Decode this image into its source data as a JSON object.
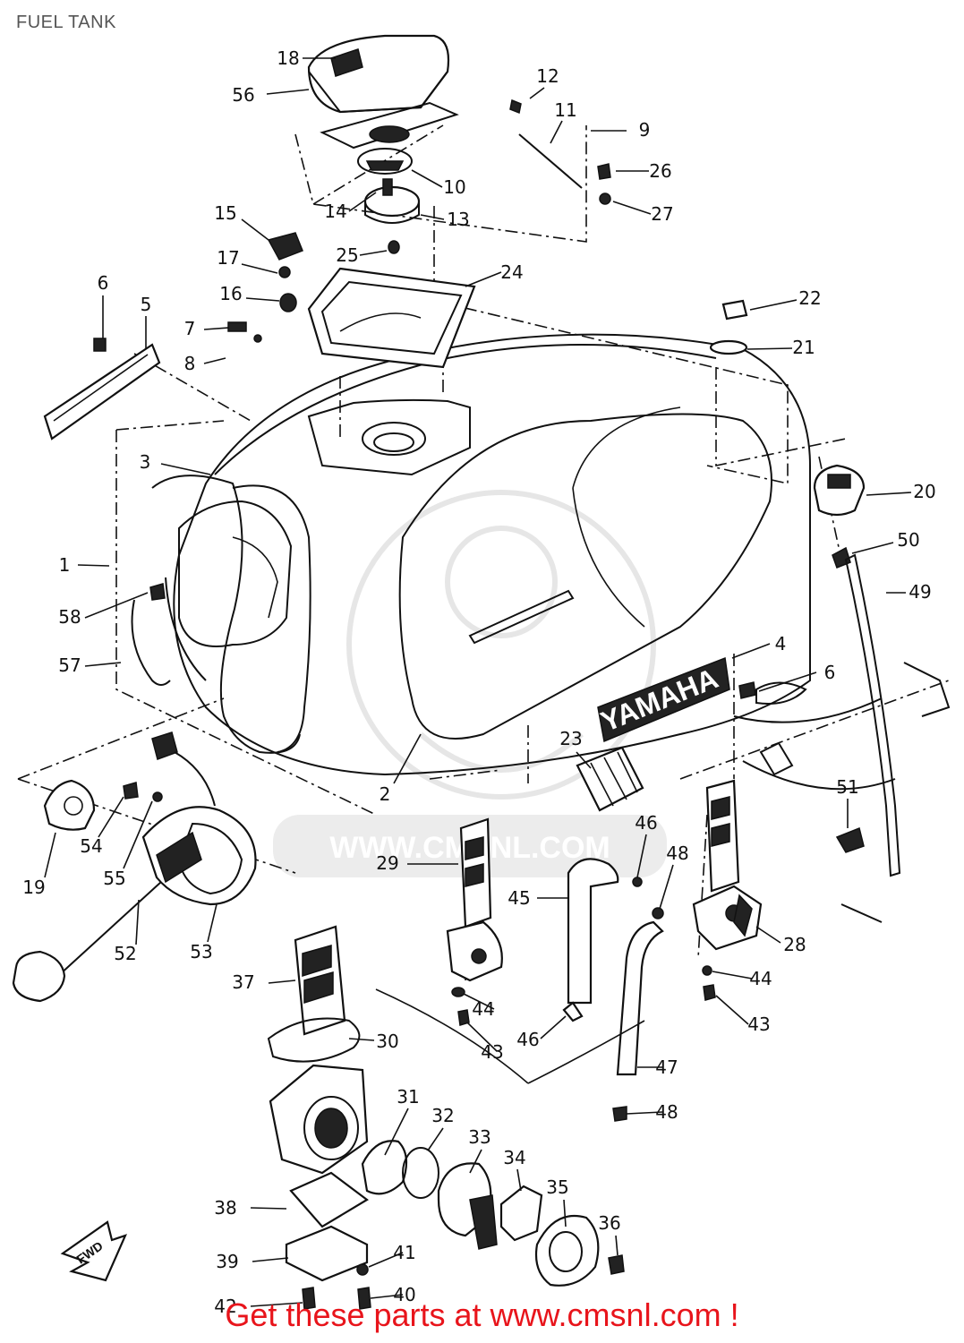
{
  "title": "FUEL TANK",
  "footer": {
    "text": "Get these parts at www.cmsnl.com !",
    "color": "#e8141b"
  },
  "watermark": {
    "text": "WWW.CMSNL.COM"
  },
  "badge": {
    "text": "YAMAHA"
  },
  "direction_arrow": {
    "text": "FWD"
  },
  "callouts": [
    "18",
    "56",
    "12",
    "11",
    "9",
    "26",
    "10",
    "27",
    "15",
    "14",
    "13",
    "25",
    "17",
    "24",
    "6",
    "5",
    "16",
    "22",
    "7",
    "21",
    "8",
    "3",
    "20",
    "50",
    "1",
    "49",
    "58",
    "4",
    "57",
    "6",
    "23",
    "2",
    "51",
    "54",
    "46",
    "48",
    "19",
    "55",
    "29",
    "45",
    "52",
    "53",
    "28",
    "44",
    "37",
    "44",
    "43",
    "30",
    "46",
    "43",
    "47",
    "48",
    "31",
    "32",
    "33",
    "34",
    "35",
    "36",
    "38",
    "39",
    "41",
    "42",
    "40"
  ]
}
